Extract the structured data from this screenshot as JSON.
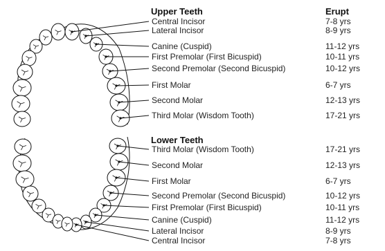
{
  "upper": {
    "heading": "Upper Teeth",
    "erupt_heading": "Erupt",
    "rows": [
      {
        "name": "Central Incisor",
        "erupt": "7-8 yrs"
      },
      {
        "name": "Lateral Incisor",
        "erupt": "8-9 yrs"
      },
      {
        "name": "Canine (Cuspid)",
        "erupt": "11-12 yrs"
      },
      {
        "name": "First Premolar (First Bicuspid)",
        "erupt": "10-11 yrs"
      },
      {
        "name": "Second Premolar (Second Bicuspid)",
        "erupt": "10-12 yrs"
      },
      {
        "name": "First Molar",
        "erupt": "6-7 yrs"
      },
      {
        "name": "Second Molar",
        "erupt": "12-13 yrs"
      },
      {
        "name": "Third Molar (Wisdom Tooth)",
        "erupt": "17-21 yrs"
      }
    ]
  },
  "lower": {
    "heading": "Lower Teeth",
    "rows": [
      {
        "name": "Third Molar (Wisdom Tooth)",
        "erupt": "17-21 yrs"
      },
      {
        "name": "Second Molar",
        "erupt": "12-13 yrs"
      },
      {
        "name": "First Molar",
        "erupt": "6-7 yrs"
      },
      {
        "name": "Second Premolar (Second Bicuspid)",
        "erupt": "10-12 yrs"
      },
      {
        "name": "First Premolar (First Bicuspid)",
        "erupt": "10-11 yrs"
      },
      {
        "name": "Canine (Cuspid)",
        "erupt": "11-12 yrs"
      },
      {
        "name": "Lateral Incisor",
        "erupt": "8-9 yrs"
      },
      {
        "name": "Central Incisor",
        "erupt": "7-8 yrs"
      }
    ]
  },
  "colors": {
    "line": "#111111",
    "tooth_fill": "#ffffff"
  }
}
